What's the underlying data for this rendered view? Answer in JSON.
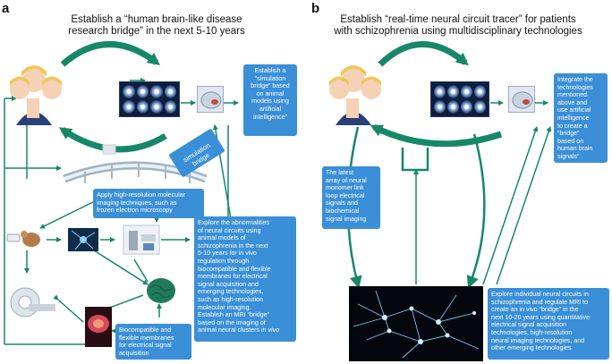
{
  "panels": {
    "a": {
      "letter": "a",
      "title_line1": "Establish a “human brain-like disease",
      "title_line2": "research bridge” in the next 5-10 years",
      "bridge_label": "simulation bridge",
      "callout_simulation": [
        "Establish a",
        "“simulation",
        "bridge” based",
        "on animal",
        "models using",
        "artificial",
        "intelligence”"
      ],
      "callout_imaging": [
        "Apply high-resolution molecular",
        "imaging techniques, such as",
        "frozen electron microscopy"
      ],
      "callout_explore": [
        "Explore the abnormalities",
        "of neural circuits using",
        "animal models of",
        "schizophrenia in the next",
        "5-10 years for in vivo",
        "regulation through",
        "biocompatible and flexible",
        "membranes for electrical",
        "signal acquisition and",
        "emerging technologies,",
        "such as high-resolution",
        "molecular imaging.",
        "Establish an MRI “bridge”",
        "based on the imaging of",
        "animal neural clusters"
      ],
      "callout_explore_italic": "in vivo",
      "callout_membranes": [
        "Biocompatible and",
        "flexible membranes",
        "for electrical signal",
        "acquisition"
      ]
    },
    "b": {
      "letter": "b",
      "title_line1": "Establish “real-time neural circuit tracer” for patients",
      "title_line2": "with schizophrenia using multidisciplinary technologies",
      "callout_integrate": [
        "Integrate the",
        "technologies",
        "mentioned",
        "above and",
        "use artificial",
        "intelligence",
        "to create a",
        "“bridge”",
        "based on",
        "human brain",
        "signals”"
      ],
      "callout_latest": [
        "The latest",
        "array of neural",
        "monomer link",
        "loop electrical",
        "signals and",
        "biochemical",
        "signal imaging"
      ],
      "callout_explore_human": [
        "Explore individual neural circuits in",
        "schizophrenia and regulate MRI to",
        "create an in vivo “bridge” in the",
        "next 10-20 years using quantitative",
        "electrical signal acquisition",
        "technologies, high-resolution",
        "neural imaging technologies, and",
        "other emerging technologies"
      ]
    }
  },
  "colors": {
    "arrow_green": "#17876a",
    "callout_blue": "#3a8fd6",
    "text": "#111111"
  },
  "icons": [
    "human-faces-icon",
    "mri-scan-icon",
    "brain-signal-icon",
    "bridge-icon",
    "mouse-icon",
    "neuron-icon",
    "lab-equipment-icon",
    "mri-scanner-icon",
    "mouse-brain-icon",
    "green-brain-icon",
    "neural-network-image"
  ]
}
